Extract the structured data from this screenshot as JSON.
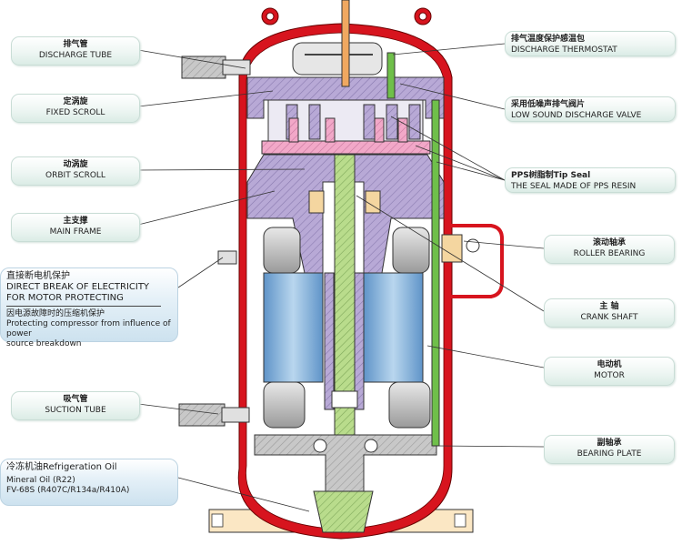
{
  "labels": {
    "discharge_tube": {
      "cn": "排气管",
      "en": "DISCHARGE TUBE"
    },
    "fixed_scroll": {
      "cn": "定涡旋",
      "en": "FIXED SCROLL"
    },
    "orbit_scroll": {
      "cn": "动涡旋",
      "en": "ORBIT SCROLL"
    },
    "main_frame": {
      "cn": "主支撑",
      "en": "MAIN FRAME"
    },
    "suction_tube": {
      "cn": "吸气管",
      "en": "SUCTION TUBE"
    },
    "discharge_thermostat": {
      "cn": "排气温度保护感温包",
      "en": "DISCHARGE THERMOSTAT"
    },
    "low_sound_valve": {
      "cn": "采用低噪声排气阀片",
      "en": "LOW SOUND DISCHARGE VALVE"
    },
    "tip_seal": {
      "cn": "PPS树脂制Tip Seal",
      "en": "THE SEAL MADE OF PPS RESIN"
    },
    "roller_bearing": {
      "cn": "滚动轴承",
      "en": "ROLLER BEARING"
    },
    "crank_shaft": {
      "cn": "主  轴",
      "en": "CRANK SHAFT"
    },
    "motor": {
      "cn": "电动机",
      "en": "MOTOR"
    },
    "bearing_plate": {
      "cn": "副轴承",
      "en": "BEARING PLATE"
    }
  },
  "motor_protection": {
    "title": "直接断电机保护",
    "line1": "DIRECT BREAK OF ELECTRICITY",
    "line2": "FOR MOTOR PROTECTING",
    "sub_cn": "因电源故障时的压缩机保护",
    "sub_en1": "Protecting compressor from influence of power",
    "sub_en2": "source breakdown"
  },
  "oil": {
    "title": "冷冻机油Refrigeration Oil",
    "line1": "Mineral Oil  (R22)",
    "line2": "FV-68S  (R407C/R134a/R410A)"
  },
  "colors": {
    "shell": "#d7141e",
    "scroll": "#b8a9d6",
    "orbit": "#f2a8c8",
    "shaft": "#b9dc8c",
    "motor": "#7fb0dc",
    "bracket": "#c8c8c8",
    "base": "#fbe7c4"
  }
}
